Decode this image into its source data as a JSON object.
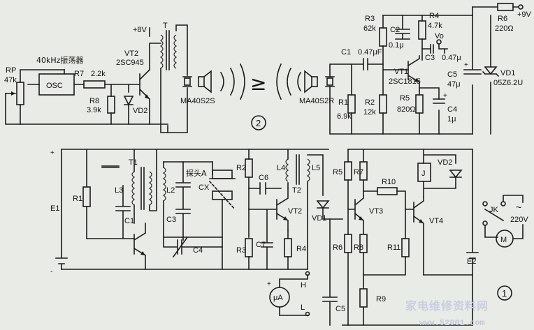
{
  "fig2": {
    "number": "2",
    "tx": {
      "rp": "RP",
      "rp_val": "47k",
      "osc_title": "40kHz振荡器",
      "osc": "OSC",
      "r7": "R7",
      "r7_val": "2.2k",
      "r8": "R8",
      "r8_val": "3.9k",
      "vt2": "VT2",
      "vt2_type": "2SC945",
      "vd2": "VD2",
      "supply": "+8V",
      "t": "T",
      "transducer": "MA40S2S"
    },
    "arrow": "≥",
    "rx": {
      "transducer": "MA40S2R",
      "c1": "C1",
      "c1_val": "0.47μF",
      "r1": "R1",
      "r1_val": "6.9k",
      "r2": "R2",
      "r2_val": "12k",
      "r3": "R3",
      "r3_val": "62k",
      "c2": "C2",
      "c2_val": "0.1μ",
      "r4": "R4",
      "r4_val": "4.7k",
      "vo": "Vo",
      "c3": "C3",
      "c3_val": "0.47μ",
      "vt1": "VT1",
      "vt1_type": "2SC1815",
      "r5": "R5",
      "r5_val": "820Ω",
      "c4": "C4",
      "c4_val": "1μ",
      "c5": "C5",
      "c5_val": "47μ",
      "r6": "R6",
      "r6_val": "220Ω",
      "vd1": "VD1",
      "vd1_type": "05Z6.2U",
      "supply": "+9V"
    }
  },
  "fig1": {
    "number": "1",
    "e1": "E1",
    "r1": "R1",
    "t1": "T1",
    "l3": "L3",
    "c1": "C1",
    "l2": "L2",
    "c3": "C3",
    "c4": "C4",
    "probe": "探头A",
    "cx": "CX",
    "r2": "R2",
    "r3": "R3",
    "c6": "C6",
    "c7": "C7",
    "r4": "R4",
    "l4": "L4",
    "l5": "L5",
    "t2": "T2",
    "vt2": "VT2",
    "vd1": "VD1",
    "meter": "μA",
    "h": "H",
    "l": "L",
    "c5": "C5",
    "r5": "R5",
    "r6": "R6",
    "r7": "R7",
    "r8": "R8",
    "r9": "R9",
    "vt3": "VT3",
    "r10": "R10",
    "r11": "R11",
    "vt4": "VT4",
    "j": "J",
    "vd2": "VD2",
    "jk": "JK",
    "ac": "~",
    "ac_val": "220V",
    "motor": "M",
    "e2": "E2"
  },
  "watermark": {
    "text": "家电维修资料网",
    "url": "www.52001.com"
  }
}
